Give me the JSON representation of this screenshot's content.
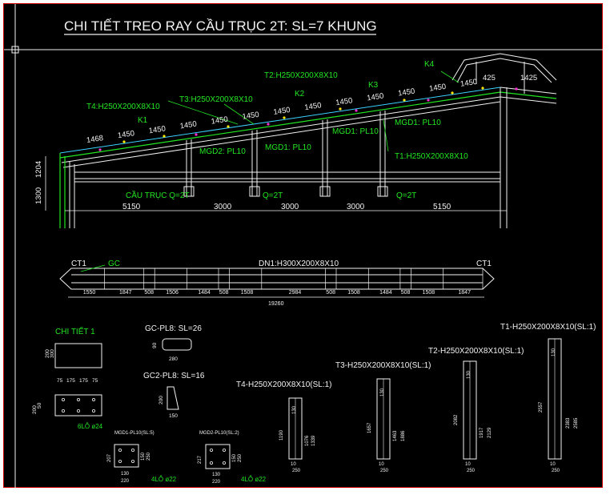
{
  "title": "CHI TIẾT TREO RAY CẦU TRỤC 2T: SL=7 KHUNG",
  "colors": {
    "green": "#22e622",
    "white": "#f2f2f2",
    "yellow": "#ffe600",
    "magenta": "#ff2bd6",
    "cyan": "#3ad1ff"
  },
  "elevation": {
    "labels": {
      "t2": "T2:H250X200X8X10",
      "t3": "T3:H250X200X8X10",
      "t4": "T4:H250X200X8X10",
      "t1": "T1:H250X200X8X10",
      "k1": "K1",
      "k2": "K2",
      "k3": "K3",
      "k4": "K4",
      "mgd2": "MGD2: PL10",
      "mgd1a": "MGD1: PL10",
      "mgd1b": "MGD1: PL10",
      "mgd1c": "MGD1: PL10",
      "crane": "CẦU TRỤC Q=2T",
      "q1": "Q=2T",
      "q2": "Q=2T"
    },
    "slope_dims": [
      "1468",
      "1450",
      "1450",
      "1450",
      "1450",
      "1450",
      "1450",
      "1450",
      "1450",
      "1450",
      "1450",
      "1450",
      "1450"
    ],
    "top_dims": [
      "425",
      "1425"
    ],
    "left_dims": [
      "1204",
      "1300"
    ],
    "bottom_dims": [
      "5150",
      "3000",
      "3000",
      "3000",
      "5150"
    ]
  },
  "beam": {
    "label": "DN1:H300X200X8X10",
    "ct_left": "CT1",
    "ct_right": "CT1",
    "gc": "GC",
    "segments": [
      "1550",
      "1847",
      "508",
      "1506",
      "1484",
      "508",
      "1508",
      "2984",
      "508",
      "1508",
      "1484",
      "508",
      "1508",
      "1847"
    ],
    "total": "19260"
  },
  "details": {
    "chi_tiet_1": "CHI TIẾT 1",
    "ct1_dims": {
      "h1": "200",
      "h2": "300",
      "b1": "75",
      "b2": "175",
      "b3": "175",
      "b4": "75"
    },
    "ct1_side": {
      "a": "200",
      "b": "50"
    },
    "ct1_holes": "6LỖ ø24",
    "gc_pl8": "GC-PL8: SL=26",
    "gc_pl8_dims": {
      "w": "280",
      "h": "90"
    },
    "gc2_pl8": "GC2-PL8: SL=16",
    "gc2_dims": {
      "h": "200",
      "w": "150"
    },
    "mgd1_title": "MGD1-PL10(SL:5)",
    "mgd2_title": "MGD2-PL10(SL:2)",
    "plate_dims": {
      "a": "207",
      "b": "130",
      "c": "220",
      "d": "150",
      "e": "250",
      "h": "217"
    },
    "holes_4": "4LỖ ø22",
    "t4_title": "T4-H250X200X8X10(SL:1)",
    "t3_title": "T3-H250X200X8X10(SL:1)",
    "t2_title": "T2-H250X200X8X10(SL:1)",
    "t1_title": "T1-H250X200X8X10(SL:1)",
    "t4_dims": {
      "h": "1190",
      "a": "130",
      "b": "1076",
      "c": "1339",
      "bw": "250"
    },
    "t3_dims": {
      "h": "1657",
      "a": "130",
      "b": "1463",
      "c": "1886",
      "bw": "250"
    },
    "t2_dims": {
      "h": "2082",
      "a": "130",
      "b": "1917",
      "c": "2129",
      "bw": "250"
    },
    "t1_dims": {
      "h": "2557",
      "a": "130",
      "b": "2383",
      "c": "2585",
      "bw": "250"
    },
    "small": "10"
  }
}
